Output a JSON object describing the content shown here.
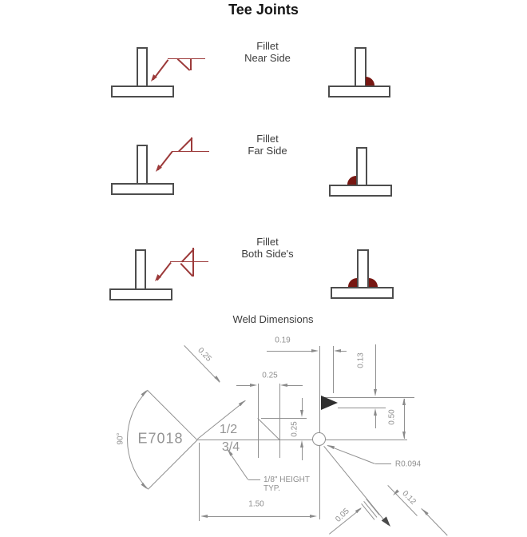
{
  "title": "Tee Joints",
  "rows": [
    {
      "line1": "Fillet",
      "line2": "Near Side"
    },
    {
      "line1": "Fillet",
      "line2": "Far Side"
    },
    {
      "line1": "Fillet",
      "line2": "Both Side's"
    }
  ],
  "weld_dimensions": {
    "heading": "Weld Dimensions",
    "electrode": "E7018",
    "tail_angle": "90°",
    "size_near": "1/2",
    "size_far": "3/4",
    "dims": {
      "fillet_leg_diagonal": "0.25",
      "fillet_leg_width": "0.25",
      "fillet_leg_height": "0.25",
      "arrowhead_length": "0.19",
      "arrowhead_height": "0.13",
      "offset_height": "0.50",
      "reference_line_length": "1.50",
      "bend_radius": "R0.094",
      "arrow_line_width": "0.05",
      "arrow_tip_length": "0.12"
    },
    "note_line1": "1/8\" HEIGHT",
    "note_line2": "TYP."
  },
  "colors": {
    "symbol_red": "#9c3a3a",
    "weld_bead": "#771712",
    "cad_gray": "#909090",
    "outline_dark": "#4d4d4d"
  }
}
